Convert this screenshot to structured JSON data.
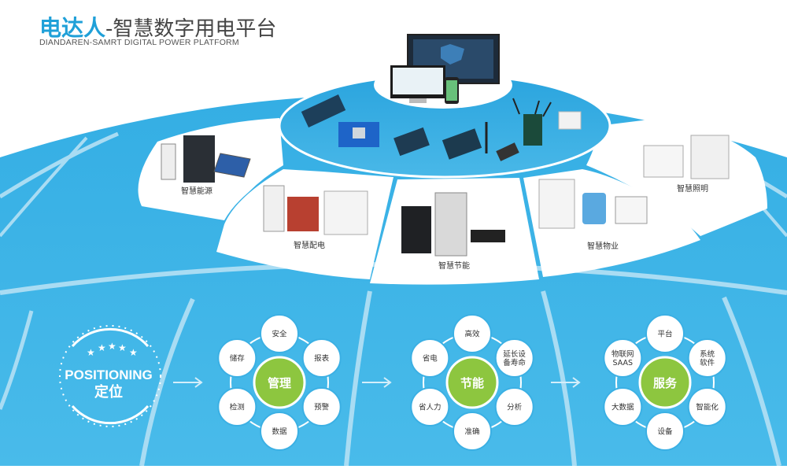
{
  "header": {
    "brand": "电达人",
    "title_rest": "-智慧数字用电平台",
    "subtitle": "DIANDAREN-SAMRT DIGITAL POWER PLATFORM"
  },
  "sectors": {
    "energy": "智慧能源",
    "distribution": "智慧配电",
    "saving": "智慧节能",
    "property": "智慧物业",
    "lighting": "智慧照明"
  },
  "positioning": {
    "en": "POSITIONING",
    "cn": "定位"
  },
  "groups": [
    {
      "center": "管理",
      "items": [
        "安全",
        "报表",
        "预警",
        "数据",
        "检测",
        "储存"
      ]
    },
    {
      "center": "节能",
      "items": [
        "高效",
        "延长设备寿命",
        "分析",
        "准确",
        "省人力",
        "省电"
      ]
    },
    {
      "center": "服务",
      "items": [
        "平台",
        "系统软件",
        "智能化",
        "设备",
        "大数据",
        "物联网SAAS"
      ]
    }
  ],
  "colors": {
    "sky_blue": "#3fb3e6",
    "deep_blue": "#1c9bd8",
    "grid_line": "#a9dcf3",
    "center_green": "#8dc63f",
    "node_border": "#3bb0e4",
    "text_dark": "#333333"
  }
}
